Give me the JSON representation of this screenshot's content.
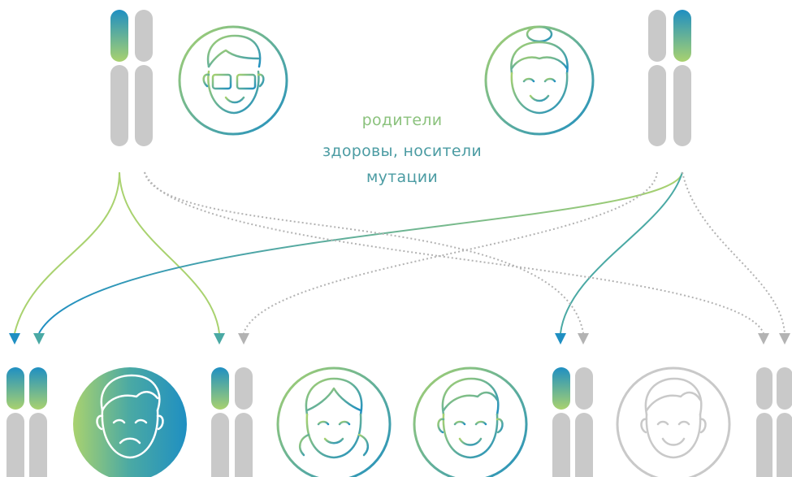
{
  "caption": {
    "line1": "родители",
    "line2": "здоровы, носители",
    "line3": "мутации"
  },
  "colors": {
    "gray": "#c9c9c9",
    "green": "#a9d26f",
    "blue": "#1f8fc2",
    "teal": "#4aa9a4",
    "caption_green": "#8bc27d",
    "caption_teal": "#4c9ca3"
  }
}
